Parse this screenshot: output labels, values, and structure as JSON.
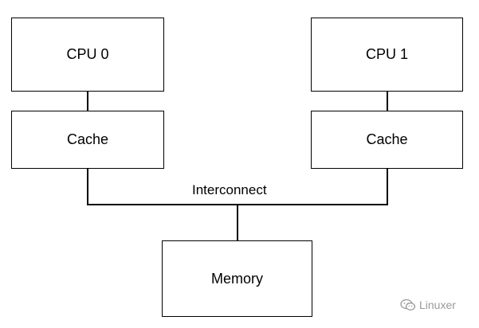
{
  "diagram": {
    "nodes": {
      "cpu0": "CPU 0",
      "cache0": "Cache",
      "cpu1": "CPU 1",
      "cache1": "Cache",
      "memory": "Memory"
    },
    "edges": [
      {
        "from": "cpu0",
        "to": "cache0"
      },
      {
        "from": "cpu1",
        "to": "cache1"
      },
      {
        "from": "cache0",
        "to": "interconnect"
      },
      {
        "from": "cache1",
        "to": "interconnect"
      },
      {
        "from": "interconnect",
        "to": "memory"
      }
    ],
    "interconnect_label": "Interconnect"
  },
  "watermark": {
    "text": "Linuxer",
    "icon": "wechat-icon"
  }
}
